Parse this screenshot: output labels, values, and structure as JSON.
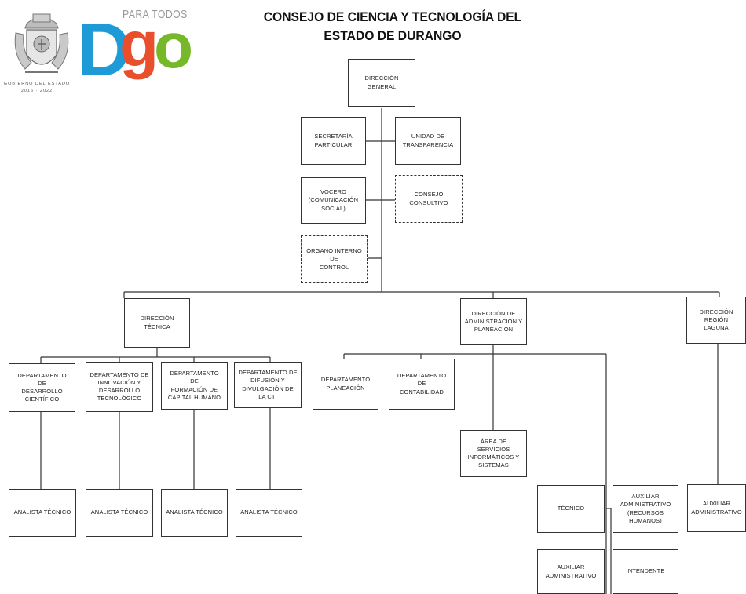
{
  "header": {
    "title_line1": "CONSEJO DE CIENCIA Y TECNOLOGÍA DEL",
    "title_line2": "ESTADO DE DURANGO"
  },
  "logos": {
    "seal_caption_line1": "GOBIERNO DEL ESTADO",
    "seal_caption_line2": "2016 · 2022",
    "brand_tagline": "PARA TODOS",
    "brand_word": "Dgo",
    "colors": {
      "d": "#1e9ad6",
      "g": "#e94e2d",
      "o": "#77b82a"
    }
  },
  "org_chart": {
    "direccion_general": "DIRECCIÓN GENERAL",
    "secretaria_particular": "SECRETARÍA\nPARTICULAR",
    "unidad_transparencia": "UNIDAD DE\nTRANSPARENCIA",
    "vocero": "VOCERO\n(COMUNICACIÓN\nSOCIAL)",
    "consejo_consultivo": "CONSEJO CONSULTIVO",
    "organo_interno": "ÓRGANO INTERNO DE\nCONTROL",
    "direccion_tecnica": "DIRECCIÓN TÉCNICA",
    "direccion_administracion": "DIRECCIÓN DE\nADMINISTRACIÓN Y\nPLANEACIÓN",
    "direccion_region_laguna": "DIRECCIÓN REGIÓN\nLAGUNA",
    "depto_desarrollo": "DEPARTAMENTO DE\nDESARROLLO\nCIENTÍFICO",
    "depto_innovacion": "DEPARTAMENTO DE\nINNOVACIÓN Y\nDESARROLLO\nTECNOLÓGICO",
    "depto_formacion": "DEPARTAMENTO DE\nFORMACIÓN DE\nCAPITAL HUMANO",
    "depto_difusion": "DEPARTAMENTO DE\nDIFUSIÓN Y\nDIVULGACIÓN DE LA CTI",
    "depto_planeacion": "DEPARTAMENTO\nPLANEACIÓN",
    "depto_contabilidad": "DEPARTAMENTO DE\nCONTABILIDAD",
    "area_servicios": "ÁREA DE SERVICIOS\nINFORMÁTICOS Y\nSISTEMAS",
    "analista_1": "ANALISTA TÉCNICO",
    "analista_2": "ANALISTA TÉCNICO",
    "analista_3": "ANALISTA TÉCNICO",
    "analista_4": "ANALISTA TÉCNICO",
    "tecnico": "TÉCNICO",
    "auxiliar_rh": "AUXILIAR\nADMINISTRATIVO\n(RECURSOS HUMANOS)",
    "auxiliar_laguna": "AUXILIAR\nADMINISTRATIVO",
    "auxiliar_admin": "AUXILIAR\nADMINISTRATIVO",
    "intendente": "INTENDENTE"
  }
}
